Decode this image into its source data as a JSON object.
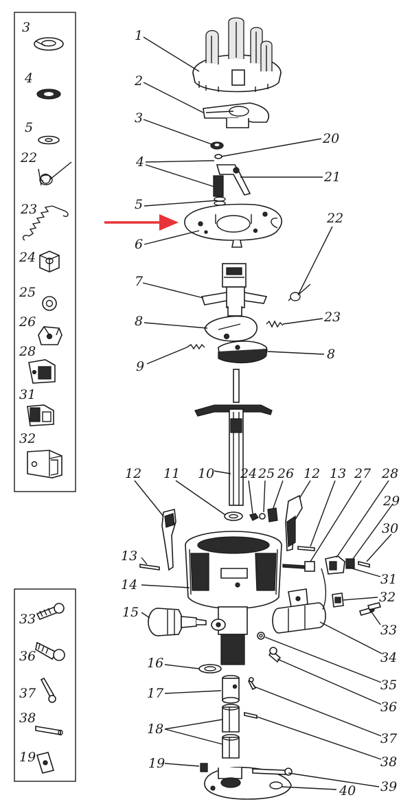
{
  "labels": {
    "l1": "1",
    "l2": "2",
    "l3": "3",
    "l4": "4",
    "l5": "5",
    "l6": "6",
    "l7": "7",
    "l8a": "8",
    "l8b": "8",
    "l9": "9",
    "l10": "10",
    "l11": "11",
    "l12a": "12",
    "l12b": "12",
    "l13a": "13",
    "l13b": "13",
    "l14": "14",
    "l15": "15",
    "l16": "16",
    "l17": "17",
    "l18": "18",
    "l19": "19",
    "l20": "20",
    "l21": "21",
    "l22": "22",
    "l23": "23",
    "l24": "24",
    "l25": "25",
    "l26": "26",
    "l27": "27",
    "l28": "28",
    "l29": "29",
    "l30": "30",
    "l31": "31",
    "l32": "32",
    "l33": "33",
    "l34": "34",
    "l35": "35",
    "l36": "36",
    "l37": "37",
    "l38": "38",
    "l39": "39",
    "l40": "40"
  },
  "sidebar_top": [
    "3",
    "4",
    "5",
    "22",
    "23",
    "24",
    "25",
    "26",
    "28",
    "31",
    "32"
  ],
  "sidebar_bottom": [
    "33",
    "36",
    "37",
    "38",
    "19"
  ],
  "colors": {
    "ink": "#1a1a1a",
    "arrow": "#e8333a",
    "paper": "#ffffff"
  }
}
